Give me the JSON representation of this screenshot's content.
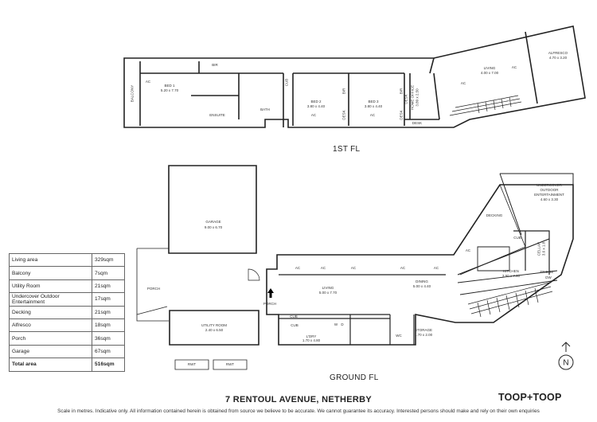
{
  "floors": {
    "first_label": "1ST FL",
    "ground_label": "GROUND FL"
  },
  "first_floor": {
    "balcony": "BALCONY",
    "bed1": "BED 1",
    "bed1_size": "5.20 x 7.70",
    "ensuite": "ENSUITE",
    "bir": "BIR",
    "bath": "BATH",
    "cub": "CUB",
    "bed2": "BED 2",
    "bed2_size": "3.80 x 4.40",
    "bed3": "BED 3",
    "bed3_size": "3.80 x 4.40",
    "desk": "DESK",
    "home_office": "HOME OFFICE",
    "home_office_size": "3.80 x 2.50",
    "living": "LIVING",
    "living_size": "4.00 x 7.00",
    "alfresco": "ALFRESCO",
    "alfresco_size": "4.70 x 3.20",
    "ac": "AC"
  },
  "ground_floor": {
    "garage": "GARAGE",
    "garage_size": "9.00 x 6.70",
    "porch": "PORCH",
    "utility": "UTILITY ROOM",
    "utility_size": "2.40 x 6.50",
    "living": "LIVING",
    "living_size": "5.00 x 7.70",
    "dining": "DINING",
    "dining_size": "5.00 x 4.40",
    "kitchen": "KITCHEN",
    "kitchen_size": "3.90 x 7.90",
    "cellar": "CELLAR",
    "cellar_size": "3.6 x 1.8",
    "undercover": "UNDERCOVER",
    "outdoor": "OUTDOOR",
    "entertainment": "ENTERTAINMENT",
    "undercover_size": "4.60 x 3.30",
    "decking": "DECKING",
    "l_dry": "L'DRY",
    "l_dry_size": "1.70 x 4.80",
    "storage": "STORAGE",
    "storage_size": "1.70 x 2.00",
    "wc": "WC",
    "cub": "CUB",
    "dw": "DW",
    "fridge": "FRIDGE",
    "w": "W",
    "d": "D",
    "rwt": "RWT",
    "ac": "AC"
  },
  "areas": [
    {
      "label": "Living area",
      "value": "329sqm"
    },
    {
      "label": "Balcony",
      "value": "7sqm"
    },
    {
      "label": "Utility Room",
      "value": "21sqm"
    },
    {
      "label": "Undercover Outdoor Entertainment",
      "value": "17sqm"
    },
    {
      "label": "Decking",
      "value": "21sqm"
    },
    {
      "label": "Alfresco",
      "value": "18sqm"
    },
    {
      "label": "Porch",
      "value": "36sqm"
    },
    {
      "label": "Garage",
      "value": "67sqm"
    },
    {
      "label": "Total area",
      "value": "516sqm"
    }
  ],
  "address": "7 RENTOUL AVENUE, NETHERBY",
  "brand": "TOOP+TOOP",
  "compass": "N",
  "disclaimer": "Scale in metres. Indicative only. All information contained herein is obtained from source we believe to be accurate. We cannot guarantee its accuracy. Interested persons should make and rely on their own enquiries"
}
